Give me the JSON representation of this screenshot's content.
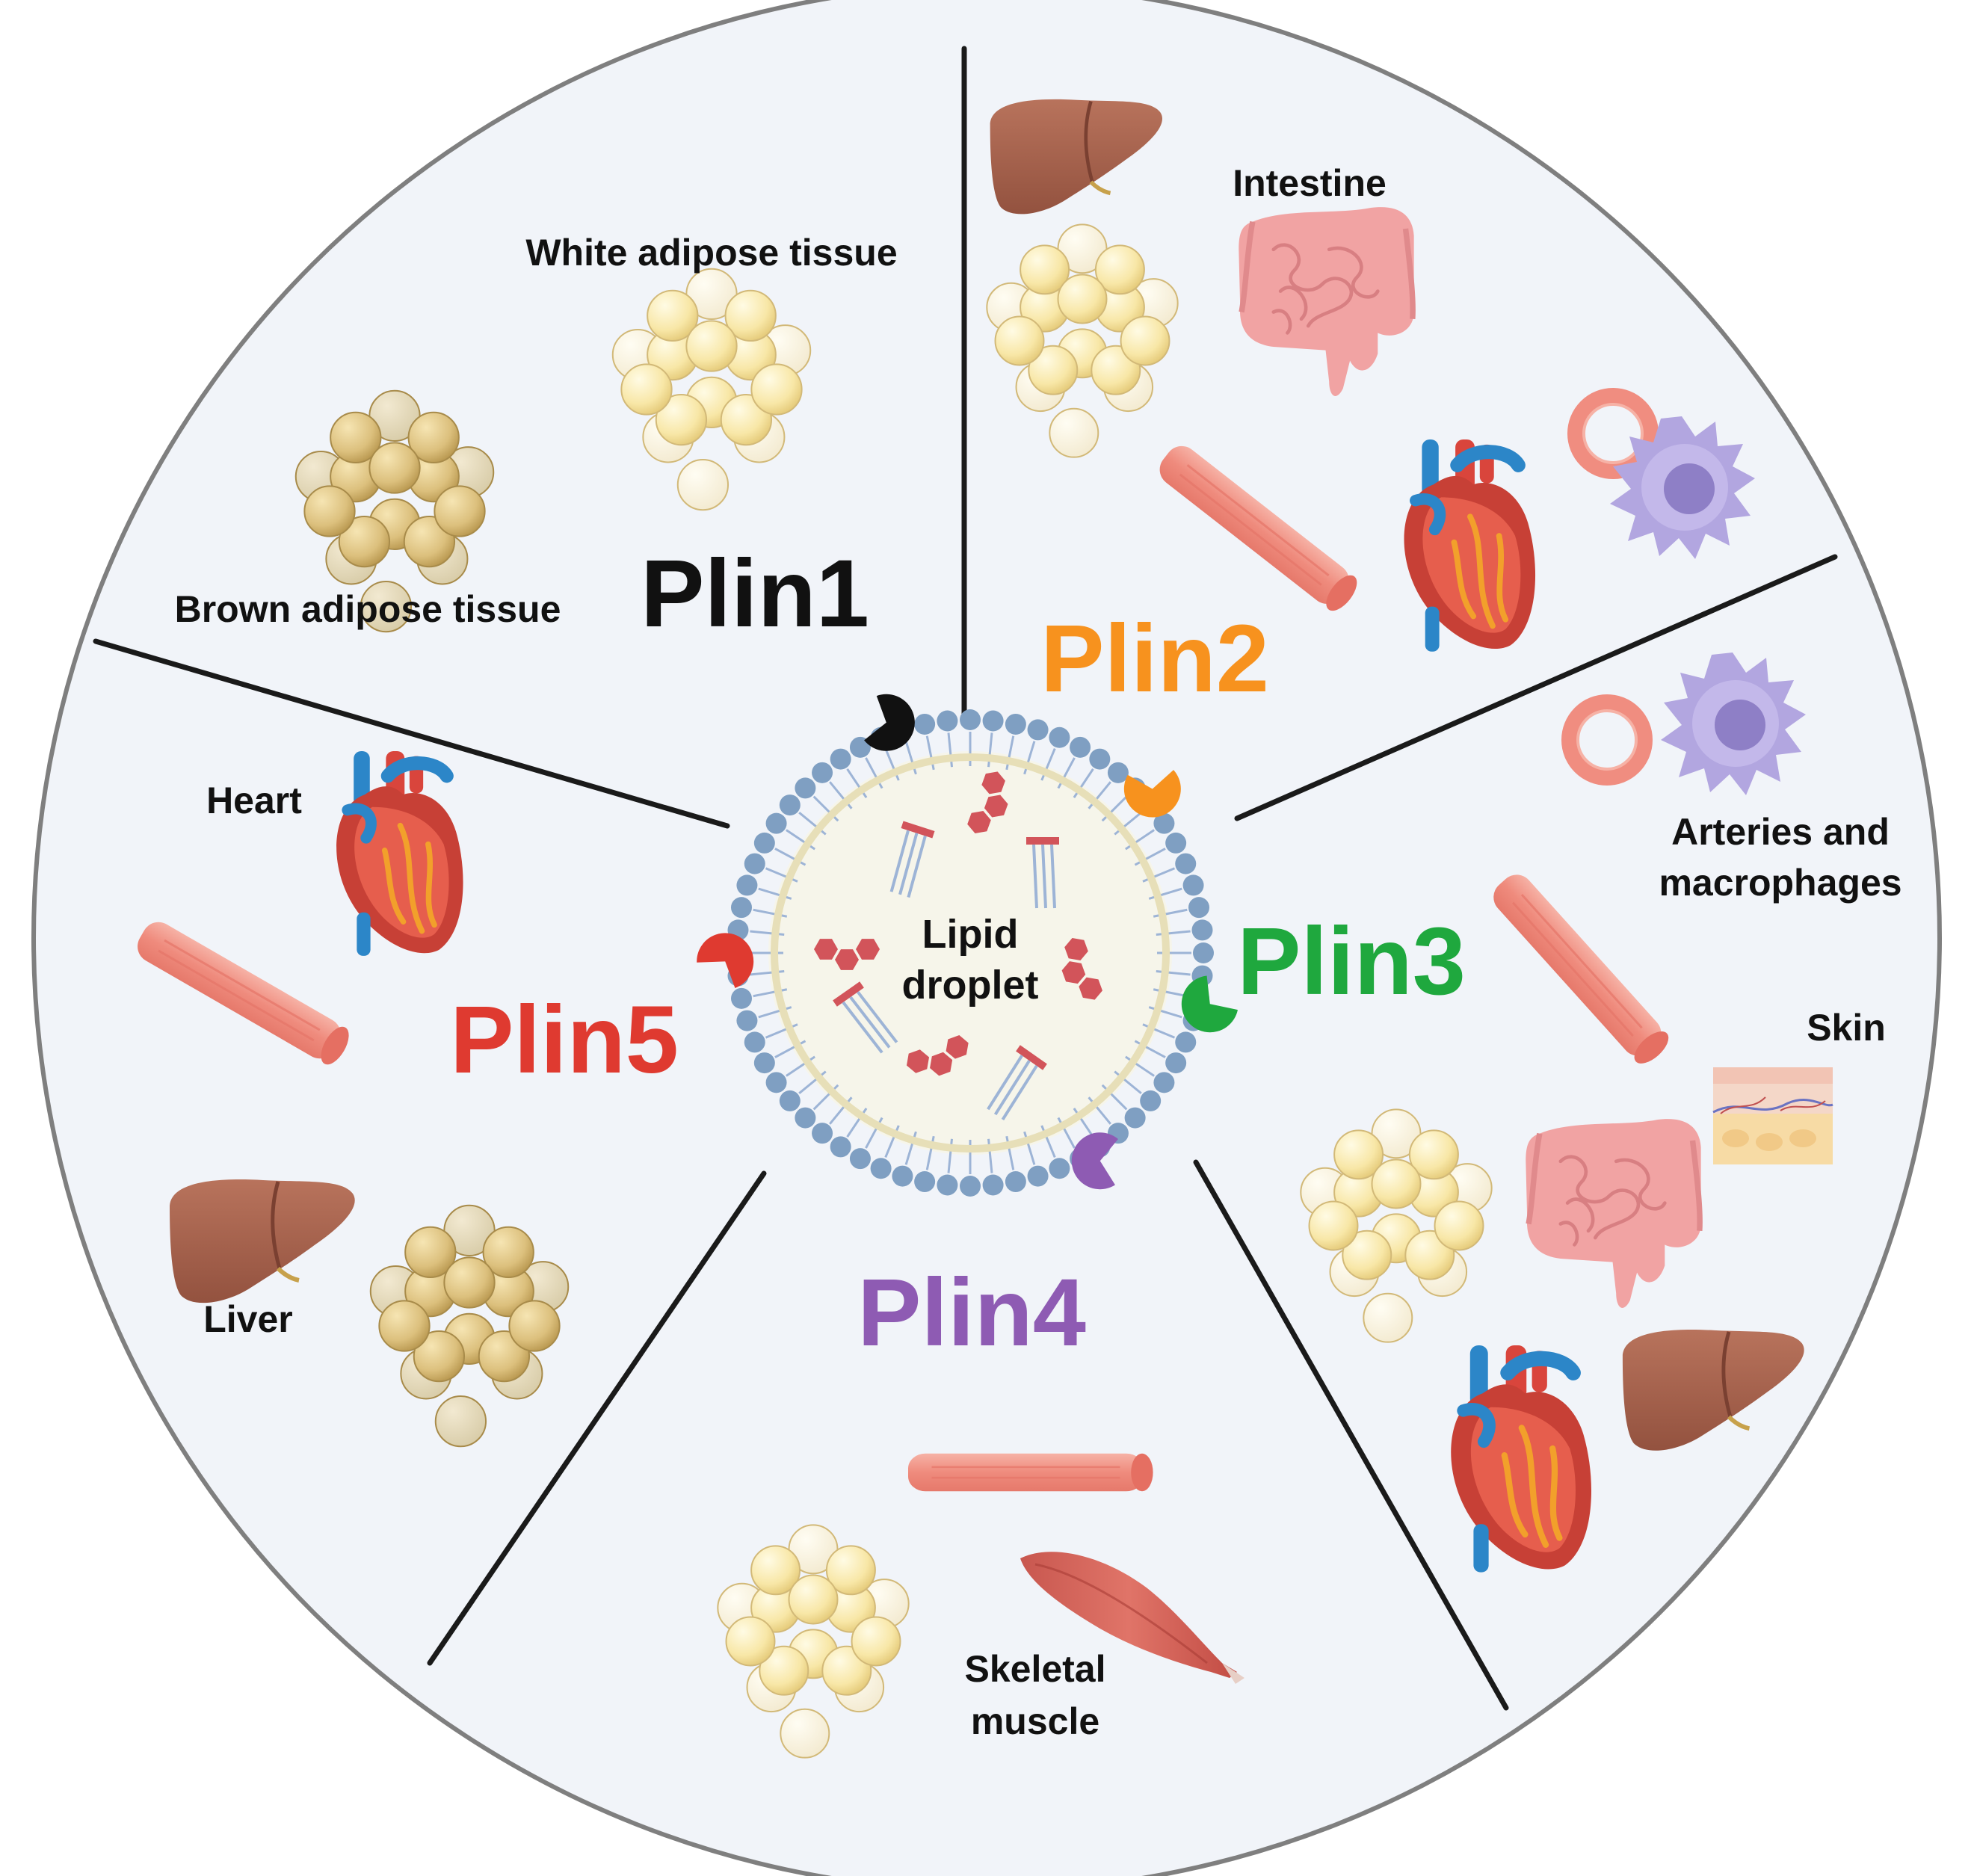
{
  "colors": {
    "background": "#ffffff",
    "disk_fill": "#f1f4f9",
    "disk_border": "#7f7f7f",
    "divider": "#1a1a1a",
    "plin1": "#111111",
    "plin2": "#f7921e",
    "plin3": "#1fa83e",
    "plin4": "#8e5bb3",
    "plin5": "#df3a30",
    "phospholipid_head": "#7f9fc2",
    "phospholipid_tail": "#9db4d6",
    "droplet_core": "#f6f5ea",
    "droplet_rim": "#e7dfb8",
    "triglyceride": "#d2545a",
    "liver": "#a86550",
    "white_fat": "#f8e7a7",
    "brown_fat": "#dcc07d",
    "muscle": "#f08d80",
    "heart": "#d9453c",
    "intestine": "#f1a3a3",
    "macrophage": "#a89ad6"
  },
  "icons": [
    "white-adipose-icon",
    "brown-adipose-icon",
    "liver-icon",
    "intestine-icon",
    "heart-icon",
    "vessel-icon",
    "artery-ring-icon",
    "macrophage-icon",
    "skin-icon",
    "skeletal-muscle-icon"
  ],
  "center": {
    "label_line1": "Lipid",
    "label_line2": "droplet"
  },
  "segments": {
    "plin1": {
      "title": "Plin1",
      "labels": [
        "White adipose tissue",
        "Brown adipose tissue"
      ]
    },
    "plin2": {
      "title": "Plin2",
      "labels": [
        "Intestine"
      ]
    },
    "plin3": {
      "title": "Plin3",
      "labels": [
        "Arteries and",
        "macrophages",
        "Skin"
      ]
    },
    "plin4": {
      "title": "Plin4",
      "labels": [
        "Skeletal",
        "muscle"
      ]
    },
    "plin5": {
      "title": "Plin5",
      "labels": [
        "Heart",
        "Liver"
      ]
    }
  }
}
